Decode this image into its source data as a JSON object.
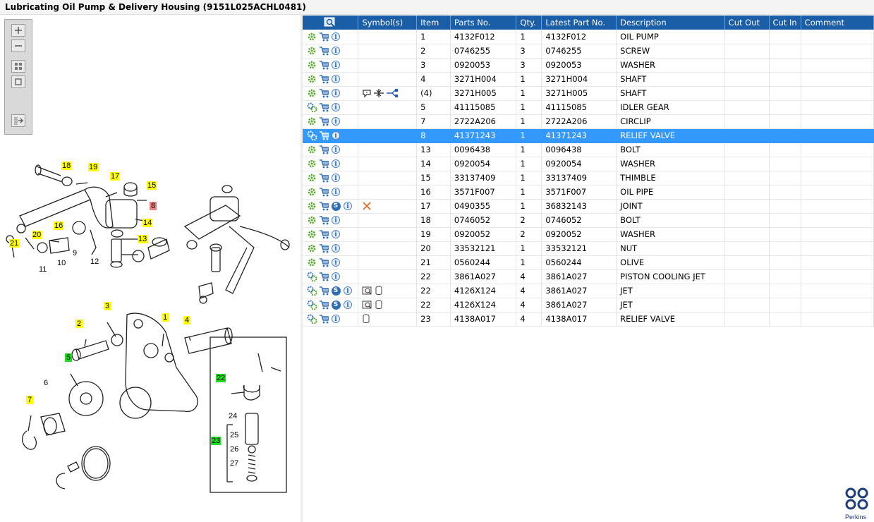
{
  "window": {
    "title": "Lubricating Oil Pump & Delivery Housing (9151L025ACHL0481)"
  },
  "brand": {
    "name": "Perkins",
    "color": "#1f3f7a"
  },
  "colors": {
    "header_bg": "#1a5ea8",
    "selected_row": "#3399ff",
    "callout_yellow": "#ffff00",
    "callout_green": "#22dd22",
    "callout_red": "#f08080"
  },
  "toolbar": {
    "items": [
      "zoom-in-icon",
      "zoom-out-icon",
      "fit-all-icon",
      "fit-page-icon",
      "export-icon"
    ]
  },
  "table": {
    "columns": [
      "",
      "Symbol(s)",
      "Item",
      "Parts No.",
      "Qty.",
      "Latest Part No.",
      "Description",
      "Cut Out",
      "Cut In",
      "Comment"
    ],
    "rows": [
      {
        "gear": "gear",
        "s": false,
        "symbols": "",
        "item": "1",
        "part": "4132F012",
        "qty": "1",
        "latest": "4132F012",
        "desc": "OIL PUMP",
        "selected": false
      },
      {
        "gear": "gear",
        "s": false,
        "symbols": "",
        "item": "2",
        "part": "0746255",
        "qty": "3",
        "latest": "0746255",
        "desc": "SCREW",
        "selected": false
      },
      {
        "gear": "gear",
        "s": false,
        "symbols": "",
        "item": "3",
        "part": "0920053",
        "qty": "3",
        "latest": "0920053",
        "desc": "WASHER",
        "selected": false
      },
      {
        "gear": "gear",
        "s": false,
        "symbols": "",
        "item": "4",
        "part": "3271H004",
        "qty": "1",
        "latest": "3271H004",
        "desc": "SHAFT",
        "selected": false
      },
      {
        "gear": "gear",
        "s": false,
        "symbols": "note-tool-split",
        "item": "(4)",
        "part": "3271H005",
        "qty": "1",
        "latest": "3271H005",
        "desc": "SHAFT",
        "selected": false
      },
      {
        "gear": "gears",
        "s": false,
        "symbols": "",
        "item": "5",
        "part": "41115085",
        "qty": "1",
        "latest": "41115085",
        "desc": "IDLER GEAR",
        "selected": false
      },
      {
        "gear": "gear",
        "s": false,
        "symbols": "",
        "item": "7",
        "part": "2722A206",
        "qty": "1",
        "latest": "2722A206",
        "desc": "CIRCLIP",
        "selected": false
      },
      {
        "gear": "gears",
        "s": false,
        "symbols": "",
        "item": "8",
        "part": "41371243",
        "qty": "1",
        "latest": "41371243",
        "desc": "RELIEF VALVE",
        "selected": true
      },
      {
        "gear": "gear",
        "s": false,
        "symbols": "",
        "item": "13",
        "part": "0096438",
        "qty": "1",
        "latest": "0096438",
        "desc": "BOLT",
        "selected": false
      },
      {
        "gear": "gear",
        "s": false,
        "symbols": "",
        "item": "14",
        "part": "0920054",
        "qty": "1",
        "latest": "0920054",
        "desc": "WASHER",
        "selected": false
      },
      {
        "gear": "gear",
        "s": false,
        "symbols": "",
        "item": "15",
        "part": "33137409",
        "qty": "1",
        "latest": "33137409",
        "desc": "THIMBLE",
        "selected": false
      },
      {
        "gear": "gear",
        "s": false,
        "symbols": "",
        "item": "16",
        "part": "3571F007",
        "qty": "1",
        "latest": "3571F007",
        "desc": "OIL PIPE",
        "selected": false
      },
      {
        "gear": "gear",
        "s": true,
        "symbols": "cross",
        "item": "17",
        "part": "0490355",
        "qty": "1",
        "latest": "36832143",
        "desc": "JOINT",
        "selected": false
      },
      {
        "gear": "gear",
        "s": false,
        "symbols": "",
        "item": "18",
        "part": "0746052",
        "qty": "2",
        "latest": "0746052",
        "desc": "BOLT",
        "selected": false
      },
      {
        "gear": "gear",
        "s": false,
        "symbols": "",
        "item": "19",
        "part": "0920052",
        "qty": "2",
        "latest": "0920052",
        "desc": "WASHER",
        "selected": false
      },
      {
        "gear": "gear",
        "s": false,
        "symbols": "",
        "item": "20",
        "part": "33532121",
        "qty": "1",
        "latest": "33532121",
        "desc": "NUT",
        "selected": false
      },
      {
        "gear": "gear",
        "s": false,
        "symbols": "",
        "item": "21",
        "part": "0560244",
        "qty": "1",
        "latest": "0560244",
        "desc": "OLIVE",
        "selected": false
      },
      {
        "gear": "gears",
        "s": false,
        "symbols": "",
        "item": "22",
        "part": "3861A027",
        "qty": "4",
        "latest": "3861A027",
        "desc": "PISTON COOLING JET",
        "selected": false
      },
      {
        "gear": "gears",
        "s": true,
        "symbols": "book-cyl",
        "item": "22",
        "part": "4126X124",
        "qty": "4",
        "latest": "3861A027",
        "desc": "JET",
        "selected": false
      },
      {
        "gear": "gears",
        "s": true,
        "symbols": "book-cyl",
        "item": "22",
        "part": "4126X124",
        "qty": "4",
        "latest": "3861A027",
        "desc": "JET",
        "selected": false
      },
      {
        "gear": "gears",
        "s": false,
        "symbols": "cyl",
        "item": "23",
        "part": "4138A017",
        "qty": "4",
        "latest": "4138A017",
        "desc": "RELIEF VALVE",
        "selected": false
      }
    ]
  },
  "diagram": {
    "callouts": [
      {
        "text": "18",
        "color": "yellow"
      },
      {
        "text": "19",
        "color": "yellow"
      },
      {
        "text": "17",
        "color": "yellow"
      },
      {
        "text": "15",
        "color": "yellow"
      },
      {
        "text": "8",
        "color": "red"
      },
      {
        "text": "14",
        "color": "yellow"
      },
      {
        "text": "13",
        "color": "yellow"
      },
      {
        "text": "16",
        "color": "yellow"
      },
      {
        "text": "20",
        "color": "yellow"
      },
      {
        "text": "21",
        "color": "yellow"
      },
      {
        "text": "3",
        "color": "yellow"
      },
      {
        "text": "1",
        "color": "yellow"
      },
      {
        "text": "4",
        "color": "yellow"
      },
      {
        "text": "2",
        "color": "yellow"
      },
      {
        "text": "5",
        "color": "green"
      },
      {
        "text": "7",
        "color": "yellow"
      },
      {
        "text": "22",
        "color": "green"
      },
      {
        "text": "23",
        "color": "green"
      }
    ],
    "plain_labels": [
      "11",
      "10",
      "9",
      "12",
      "6",
      "24",
      "25",
      "26",
      "27"
    ]
  }
}
